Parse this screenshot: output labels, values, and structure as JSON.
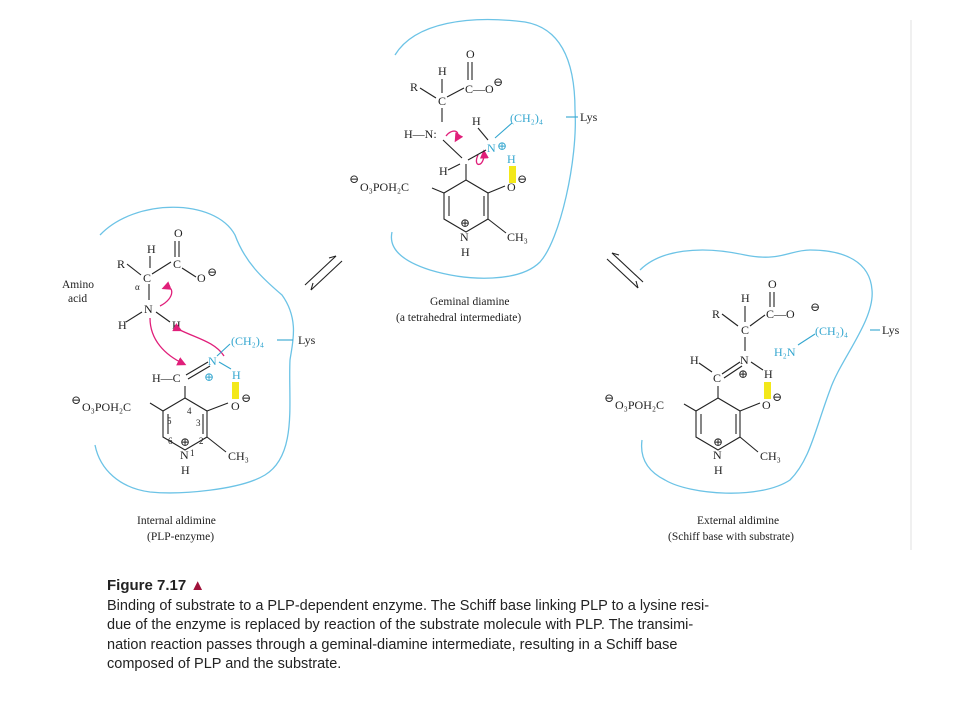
{
  "colors": {
    "pocket": "#6cc3e6",
    "lysine": "#33a6cf",
    "arrow": "#e01f7a",
    "highlight": "#f3e81a",
    "title_triangle": "#a0123a"
  },
  "structures": {
    "internal": {
      "label1": "Internal aldimine",
      "label2": "(PLP-enzyme)",
      "amino_acid_1": "Amino",
      "amino_acid_2": "acid"
    },
    "geminal": {
      "label1": "Geminal diamine",
      "label2": "(a tetrahedral intermediate)"
    },
    "external": {
      "label1": "External aldimine",
      "label2": "(Schiff base with substrate)"
    }
  },
  "atoms": {
    "H": "H",
    "R": "R",
    "C": "C",
    "O": "O",
    "N": "N",
    "alpha": "α",
    "C_carboxyl": "C—O",
    "ominus": "⊖",
    "oplus": "⊕",
    "hn": "H—N:",
    "hc": "H—C",
    "phosphate": "O₃POH₂C",
    "ch3": "CH₃",
    "ch2_4": "(CH₂)₄",
    "lys": "Lys",
    "h2n": "H₂N",
    "ring_5": "5",
    "ring_4": "4",
    "ring_3": "3",
    "ring_2": "2",
    "ring_6": "6",
    "ring_1": "1"
  },
  "caption": {
    "title": "Figure 7.17",
    "triangle": "▲",
    "lines": [
      "Binding of substrate to a PLP-dependent enzyme. The Schiff base linking PLP to a lysine resi-",
      "due of the enzyme is replaced by reaction of the substrate molecule with PLP. The transimi-",
      "nation reaction passes through a geminal-diamine intermediate, resulting in a Schiff base",
      "composed of PLP and the substrate."
    ]
  }
}
